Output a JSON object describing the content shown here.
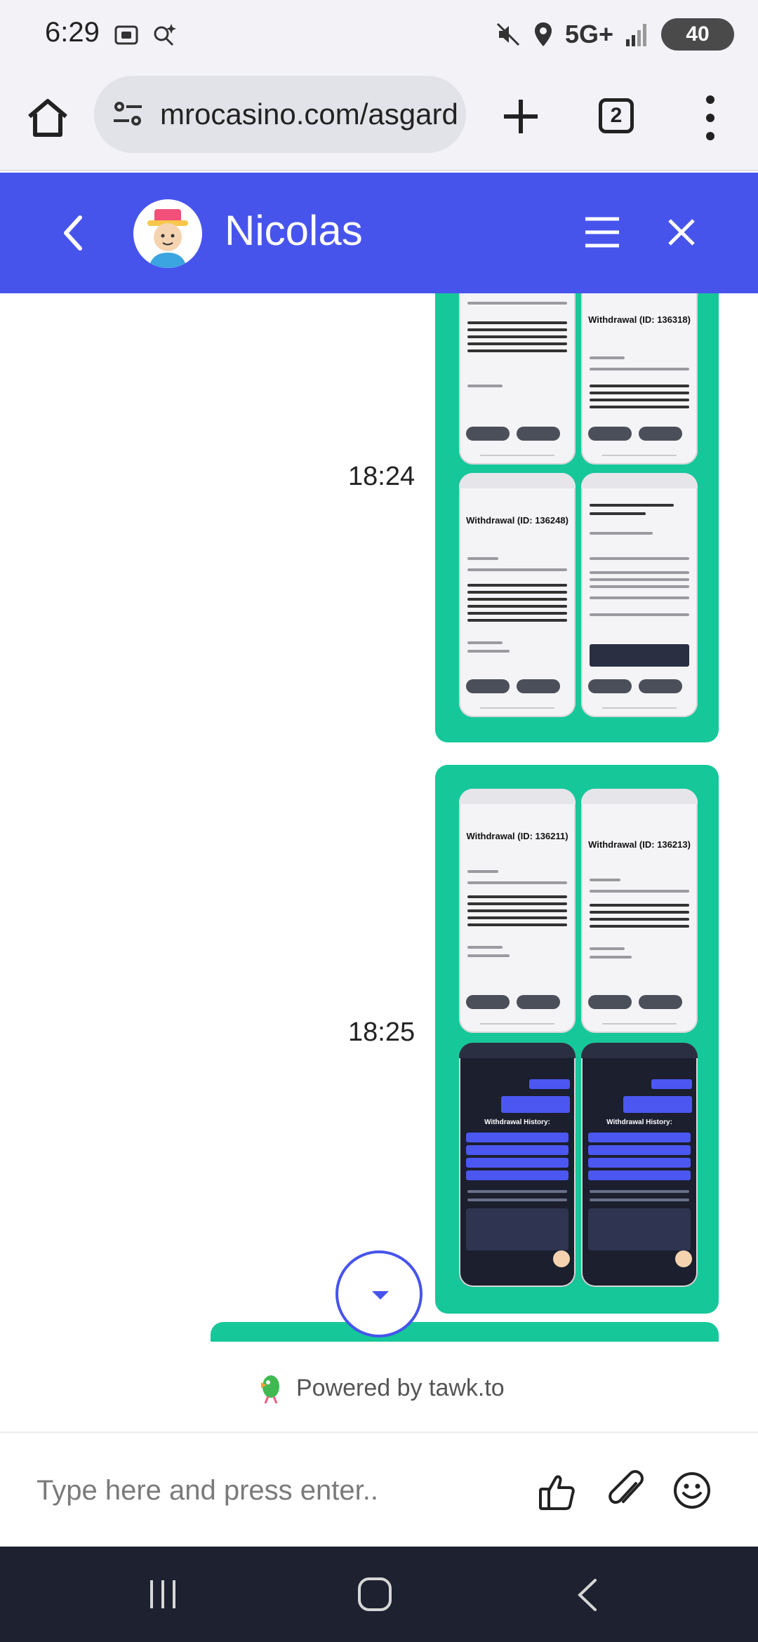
{
  "status_bar": {
    "time": "6:29",
    "network": "5G+",
    "battery": "40"
  },
  "browser": {
    "url": "mrocasino.com/asgard",
    "tab_count": "2"
  },
  "chat_header": {
    "agent_name": "Nicolas"
  },
  "messages": [
    {
      "time": "18:24"
    },
    {
      "time": "18:25"
    }
  ],
  "thumbnails": {
    "title_136318": "Withdrawal (ID: 136318)",
    "title_136248": "Withdrawal (ID: 136248)",
    "title_136211": "Withdrawal (ID: 136211)",
    "title_136213": "Withdrawal (ID: 136213)",
    "history_title": "Withdrawal History:"
  },
  "footer": {
    "powered_by": "Powered by tawk.to"
  },
  "input": {
    "placeholder": "Type here and press enter.."
  },
  "colors": {
    "header": "#4754ec",
    "bubble": "#16c79a"
  }
}
